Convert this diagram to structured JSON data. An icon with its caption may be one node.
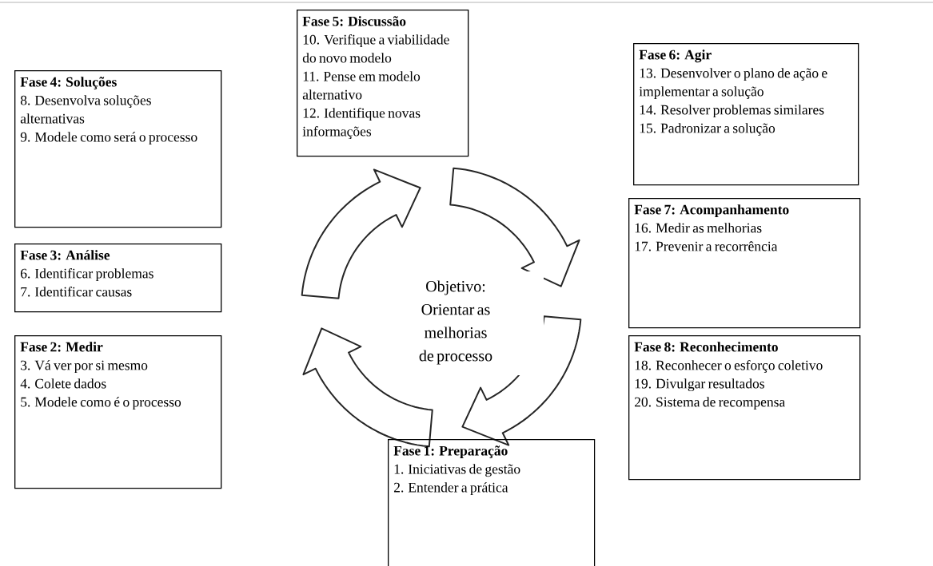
{
  "diagram": {
    "nodes": [
      {
        "text": [
          "Fase 5: Discussão",
          "10. Verifique a viabilidade do novo modelo",
          "11. Pense em modelo alternativo",
          "12. Identifique novas informações"
        ]
      },
      {
        "text": [
          "Fase 6: Agir",
          "13. Desenvolver o plano de ação e implementar a solução",
          "14. Resolver problemas similares",
          "15. Padronizar a solução"
        ]
      },
      {
        "text": [
          "Fase 4: Soluções",
          "8. Desenvolva soluções alternativas",
          "9. Modele como será o processo"
        ]
      },
      {
        "text": [
          "Fase 7: Acompanhamento",
          "16. Medir as melhorias",
          "17. Prevenir a recorrência"
        ]
      },
      {
        "text": [
          "Fase 3: Análise",
          "6. Identificar problemas",
          "7. Identificar causas"
        ]
      },
      {
        "text": [
          "Fase 2: Medir",
          "3. Vá ver por si mesmo",
          "4. Colete dados",
          "5. Modele como é o processo"
        ]
      },
      {
        "text": [
          "Fase 8: Reconhecimento",
          "18. Reconhecer o esforço coletivo",
          "19. Divulgar resultados",
          "20. Sistema de recompensa"
        ]
      },
      {
        "text": [
          "Fase 1: Preparação",
          "1. Iniciativas de gestão",
          "2. Entender a prática"
        ]
      }
    ],
    "labels": [
      "Objetivo: Orientar as melhorias de processo"
    ]
  }
}
